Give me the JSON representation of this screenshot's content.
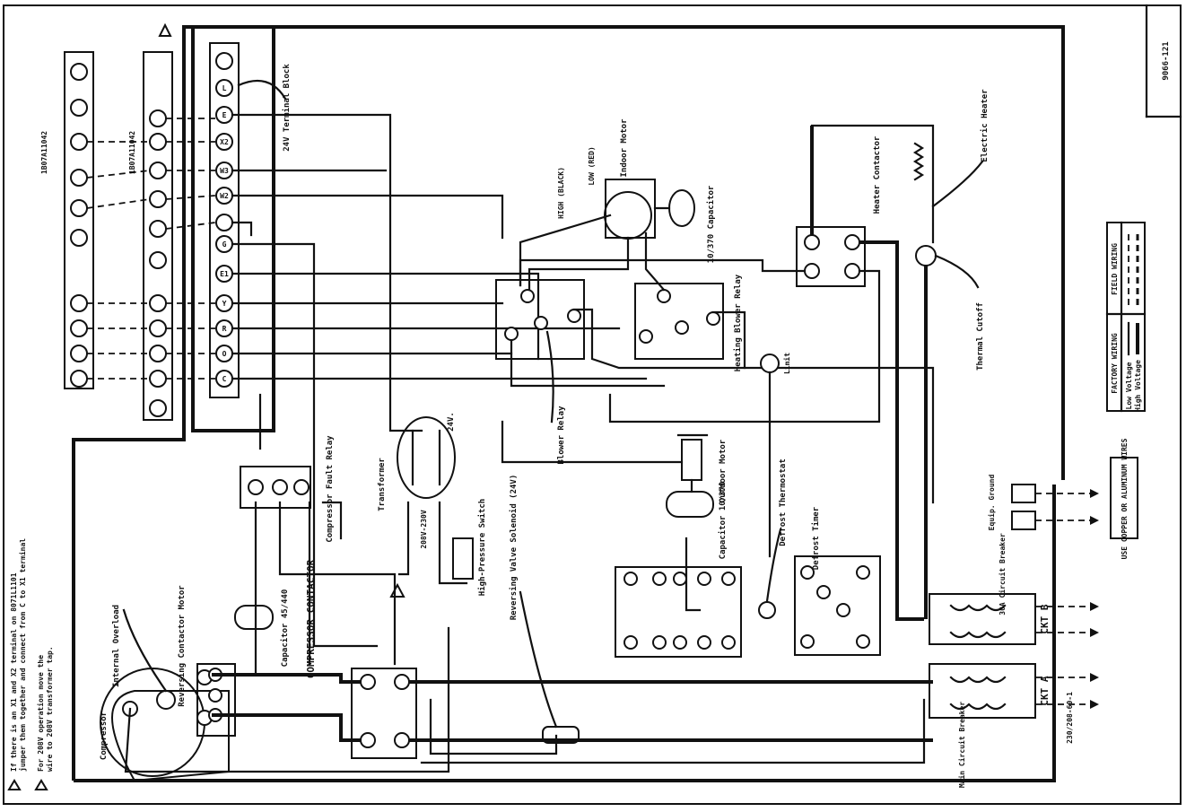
{
  "diagram_id": "9066-121",
  "notes": {
    "note1": "If there is an X1 and X2 terminal on 8071L1101",
    "note1b": "jumper them together and connect from C to X1 terminal",
    "note2": "For 208V operation move the",
    "note2b": "wire to 208V transformer tap."
  },
  "terminal_strip": {
    "title": "24V Terminal Block",
    "models_a": "1B07A11042",
    "models_b": "1B07A11042",
    "labels": [
      "C",
      "O",
      "R",
      "Y",
      "E1",
      "G",
      "W2",
      "W3",
      "X2",
      "E",
      "L"
    ]
  },
  "components": {
    "compressor": "Compressor",
    "internal_overload": "Internal Overload",
    "reversing_contactor": "Reversing Contactor Motor",
    "capacitor_45": "Capacitor 45/440",
    "compressor_contactor": "COMPRESSOR CONTACTOR",
    "compressor_fault_relay": "Compressor Fault Relay",
    "transformer": "Transformer",
    "transformer_24v": "24V.",
    "transformer_line": "208V-230V",
    "high_pressure": "High-Pressure Switch",
    "reversing_valve": "Reversing Valve Solenoid (24V)",
    "blower_relay": "Blower Relay",
    "heating_blower_relay": "Heating Blower Relay",
    "outdoor_motor": "Outdoor Motor",
    "capacitor_10": "Capacitor 10/370",
    "indoor_motor": "Indoor Motor",
    "indoor_capacitor": "10/370 Capacitor",
    "high_speed": "HIGH (BLACK)",
    "low_speed": "LOW (RED)",
    "defrost_thermostat": "Defrost Thermostat",
    "defrost_timer": "Defrost Timer",
    "heater_contactor": "Heater Contactor",
    "electric_heater": "Electric Heater",
    "thermal_cutoff": "Thermal Cutoff",
    "limit": "Limit",
    "circuit_breaker_main": "Main Circuit Breaker",
    "circuit_breaker_heater": "30A Circuit Breaker",
    "equip_ground": "Equip. Ground",
    "ckt_a": "CKT A",
    "ckt_b": "CKT B",
    "supply": "230/208-60-1",
    "copper_note": "USE COPPER OR ALUMINUM WIRES"
  },
  "legend": {
    "title_factory": "FACTORY WIRING",
    "title_field": "FIELD WIRING",
    "low_voltage": "Low Voltage",
    "high_voltage": "High Voltage"
  }
}
